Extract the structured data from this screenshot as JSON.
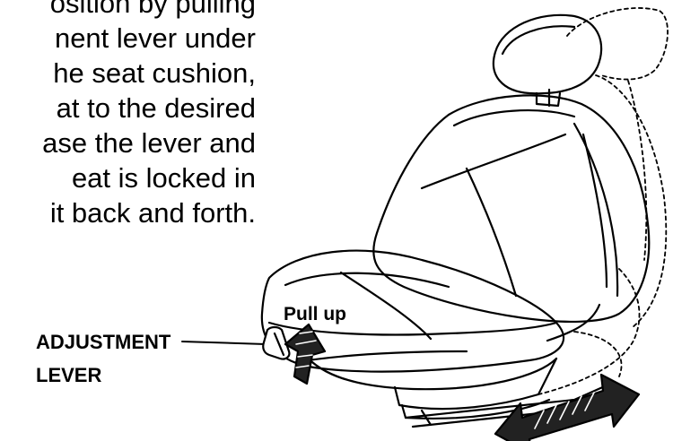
{
  "instructions": {
    "lines": [
      "osition by pulling",
      "nent lever under",
      "he seat cushion,",
      "at to the desired",
      "ase the lever and",
      "eat is locked in",
      "it back and forth."
    ]
  },
  "callouts": {
    "adjustment_lever_line1": "ADJUSTMENT",
    "adjustment_lever_line2": "LEVER",
    "pull_up": "Pull up"
  }
}
